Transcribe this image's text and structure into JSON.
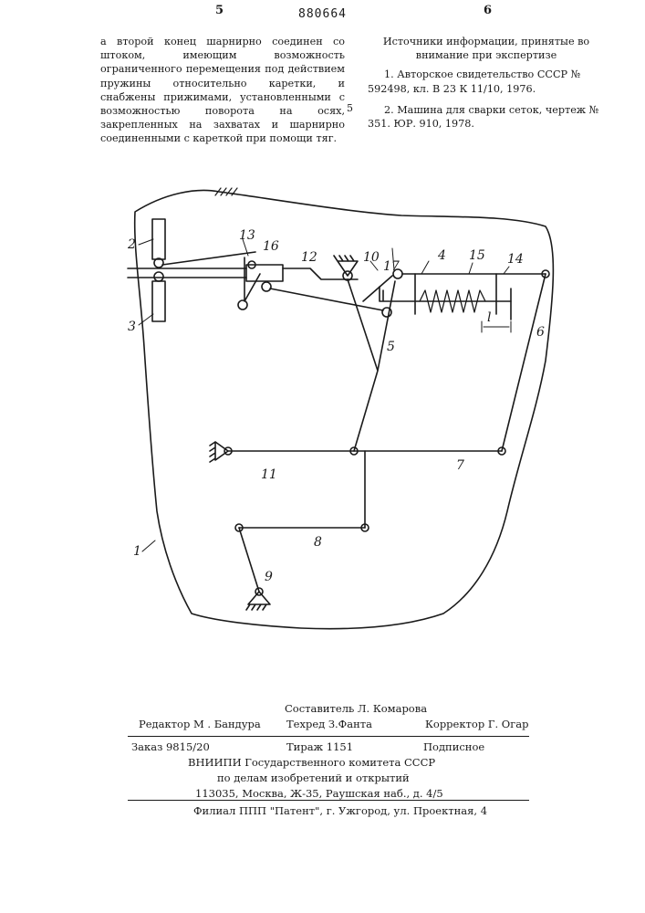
{
  "header": {
    "page_left": "5",
    "doc_number": "880664",
    "page_right": "6"
  },
  "left_column": {
    "text": "а второй конец шарнирно соединен со штоком, имеющим возможность ограниченного перемещения под действием пружины относительно каретки, и снабжены прижимами, установленными с возможностью поворота на осях, закрепленных на захватах и шарнирно соединенными с кареткой при помощи тяг."
  },
  "line_marker": "5",
  "right_column": {
    "heading": "Источники информации, принятые во внимание при экспертизе",
    "references": [
      "1. Авторское свидетельство СССР № 592498, кл. В 23 К 11/10, 1976.",
      "2. Машина для сварки сеток, чертеж № 351. ЮР. 910, 1978."
    ]
  },
  "figure": {
    "labels": {
      "l1": "1",
      "l2": "2",
      "l3": "3",
      "l4": "4",
      "l5": "5",
      "l6": "6",
      "l7": "7",
      "l8": "8",
      "l9": "9",
      "l10": "10",
      "l11": "11",
      "l12": "12",
      "l13": "13",
      "l14": "14",
      "l15": "15",
      "l16": "16",
      "l17": "17",
      "ldim": "l"
    },
    "line_color": "#1a1a1a"
  },
  "imprint": {
    "compiler": "Составитель Л. Комарова",
    "editor": "Редактор М . Бандура",
    "techred": "Техред З.Фанта",
    "corrector": "Корректор Г. Огар",
    "order": "Заказ 9815/20",
    "circulation": "Тираж 1151",
    "subscription": "Подписное",
    "org_line1": "ВНИИПИ Государственного комитета СССР",
    "org_line2": "по делам изобретений и открытий",
    "org_line3": "113035, Москва, Ж-35, Раушская наб., д. 4/5",
    "branch": "Филиал ППП \"Патент\", г. Ужгород, ул. Проектная, 4"
  }
}
